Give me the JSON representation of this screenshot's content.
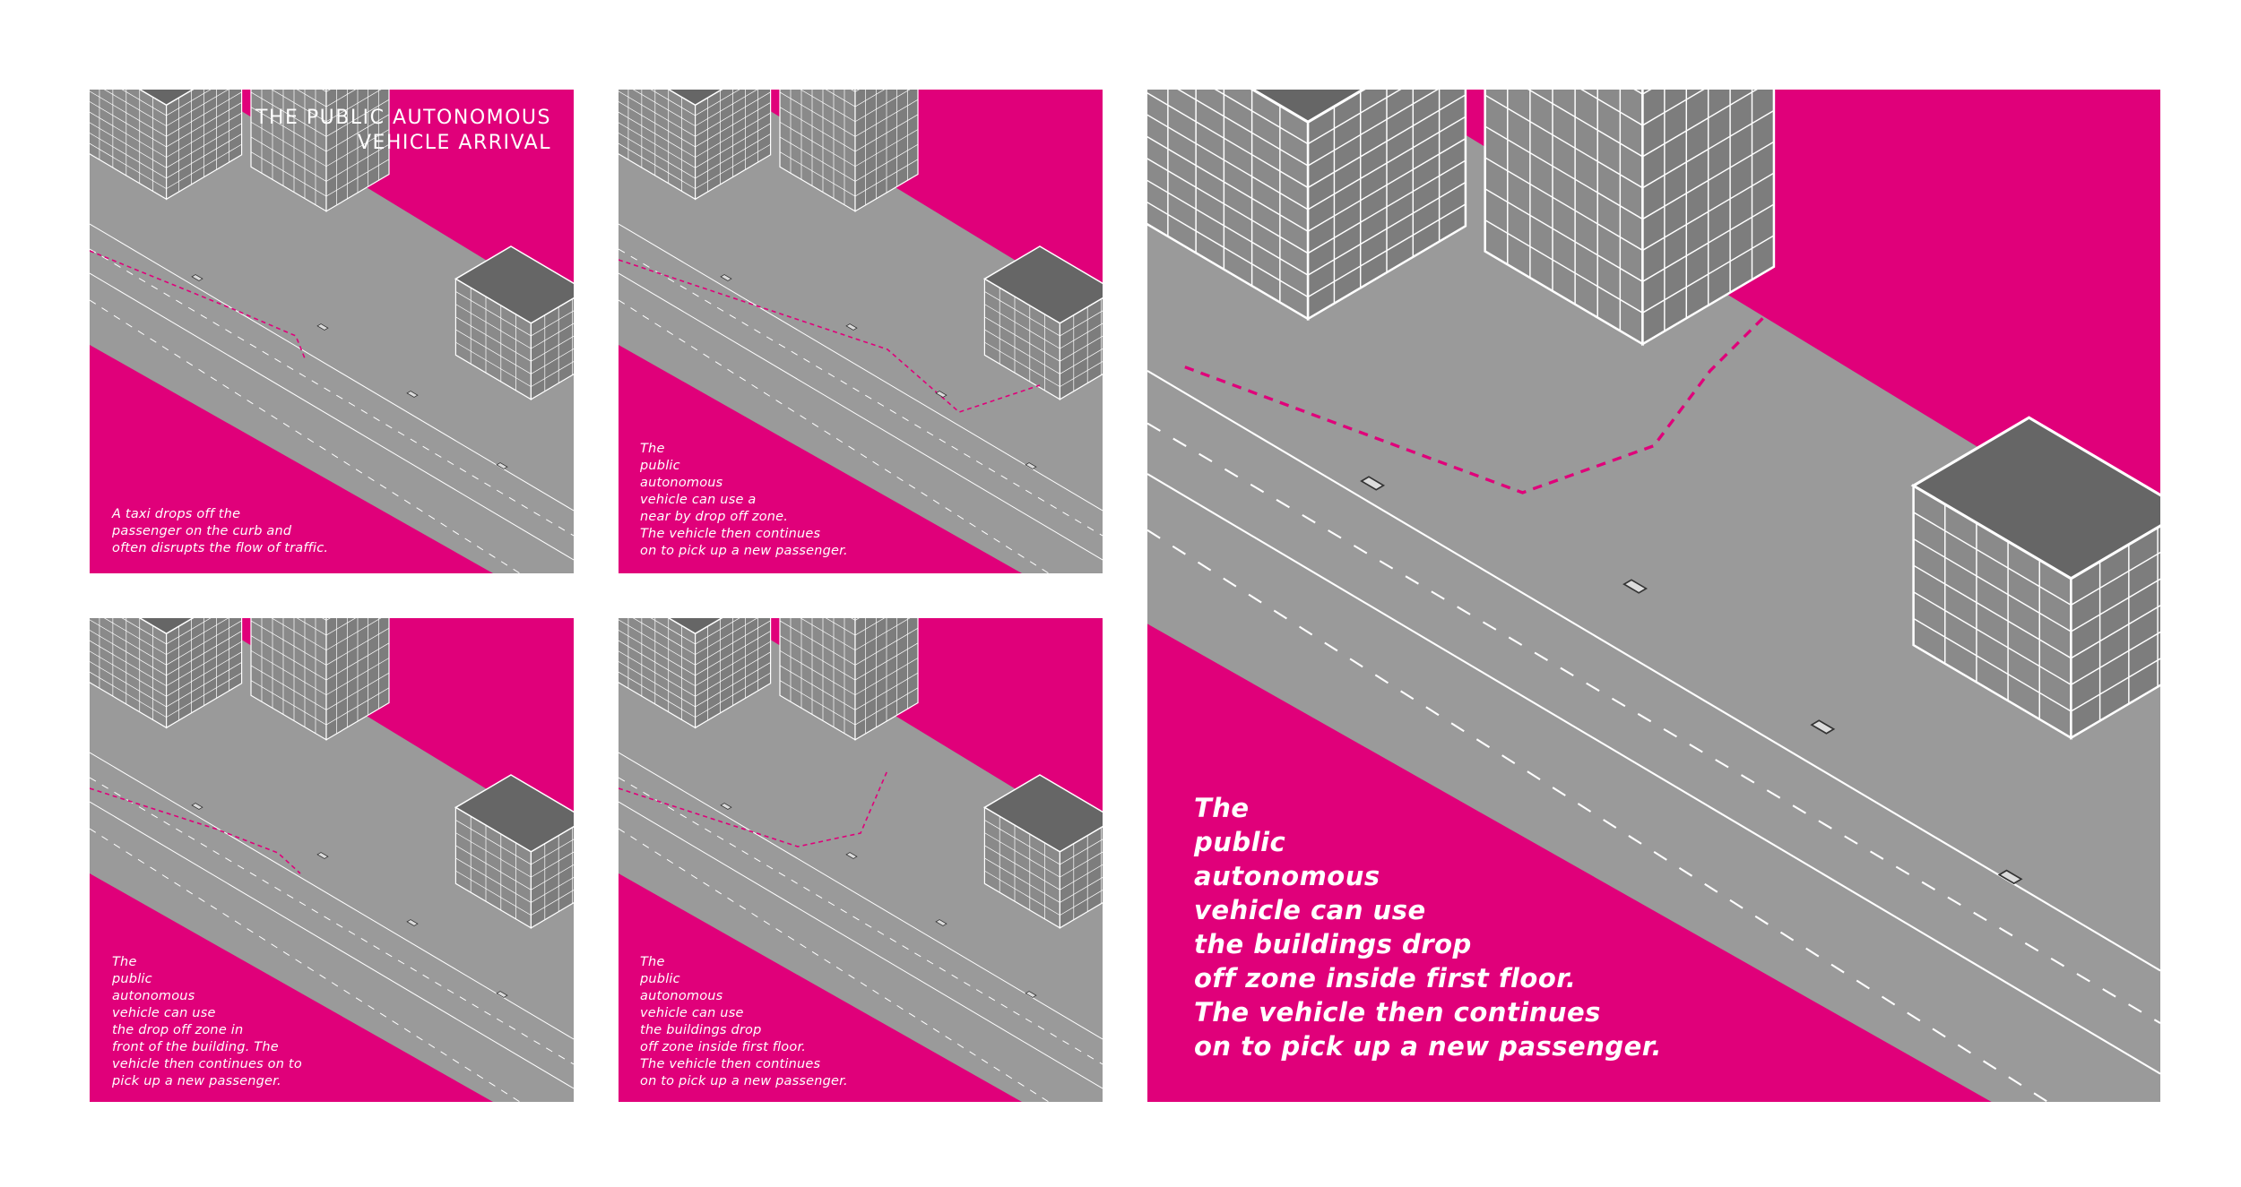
{
  "figure_title": "THE PUBLIC AUTONOMOUS\nVEHICLE ARRIVAL",
  "colors": {
    "accent": "#e0007a",
    "street": "#9a9a9a",
    "roof": "#666666",
    "line": "#ffffff",
    "route": "#e0007a"
  },
  "panels": [
    {
      "id": "panel-1",
      "caption": "A taxi drops off the\npassenger on the curb and\noften disrupts the flow of traffic."
    },
    {
      "id": "panel-2",
      "caption": "The\npublic\nautonomous\nvehicle can use a\nnear by drop off zone.\nThe vehicle then continues\non to pick up a new passenger."
    },
    {
      "id": "panel-3",
      "caption": "The\npublic\nautonomous\nvehicle can use\nthe drop off zone in\nfront of the building. The\nvehicle then continues on to\npick up a new passenger."
    },
    {
      "id": "panel-4",
      "caption": "The\npublic\nautonomous\nvehicle can use\nthe buildings drop\noff zone inside first floor.\nThe vehicle then continues\non to pick up a new passenger."
    },
    {
      "id": "panel-large",
      "caption": "The\npublic\nautonomous\nvehicle can use\nthe buildings drop\noff zone inside first floor.\nThe vehicle then continues\non to pick up a new passenger."
    }
  ]
}
